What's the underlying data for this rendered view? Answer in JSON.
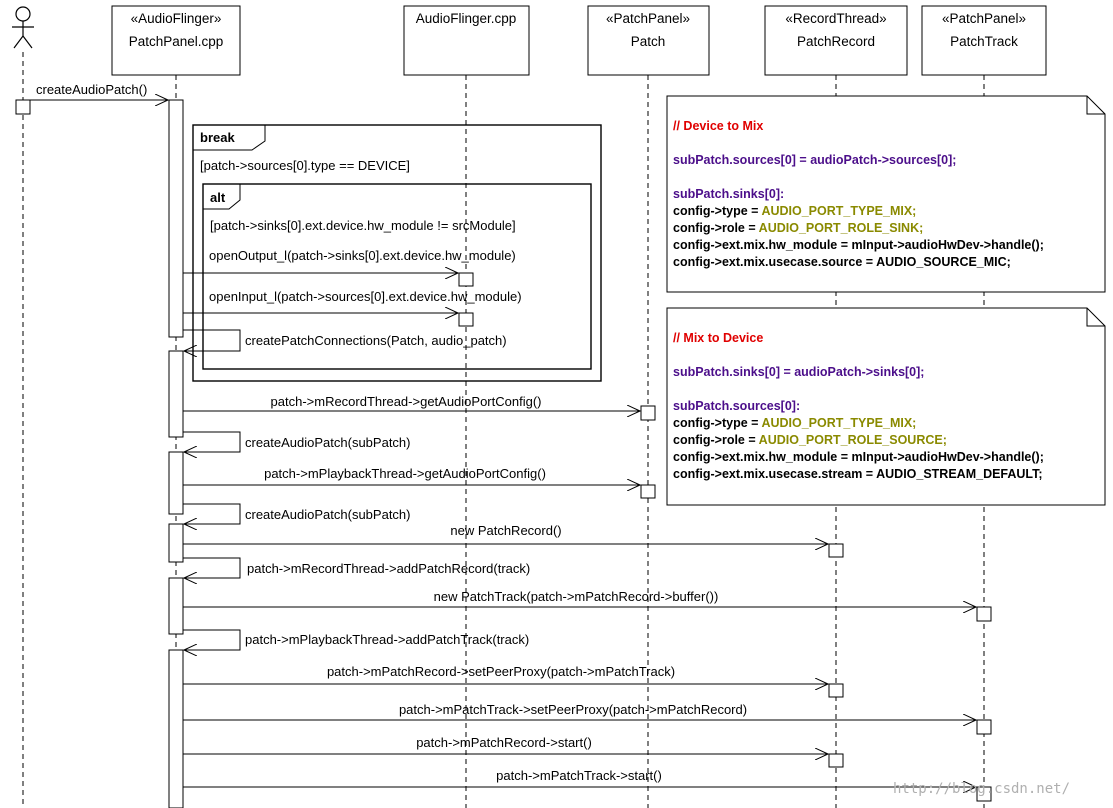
{
  "participants": [
    {
      "id": "user",
      "stereotype": "",
      "name": ""
    },
    {
      "id": "patchpanel_cpp",
      "stereotype": "«AudioFlinger»",
      "name": "PatchPanel.cpp"
    },
    {
      "id": "audioflinger_cpp",
      "stereotype": "",
      "name": "AudioFlinger.cpp"
    },
    {
      "id": "patch",
      "stereotype": "«PatchPanel»",
      "name": "Patch"
    },
    {
      "id": "patchrecord",
      "stereotype": "«RecordThread»",
      "name": "PatchRecord"
    },
    {
      "id": "patchtrack",
      "stereotype": "«PatchPanel»",
      "name": "PatchTrack"
    }
  ],
  "messages": [
    {
      "id": "createAudioPatch",
      "label": "createAudioPatch()",
      "from": "user",
      "to": "patchpanel_cpp"
    },
    {
      "id": "openOutput",
      "label": "openOutput_l(patch->sinks[0].ext.device.hw_module)",
      "from": "patchpanel_cpp",
      "to": "audioflinger_cpp"
    },
    {
      "id": "openInput",
      "label": "openInput_l(patch->sources[0].ext.device.hw_module)",
      "from": "patchpanel_cpp",
      "to": "audioflinger_cpp"
    },
    {
      "id": "createPatchConnections",
      "label": "createPatchConnections(Patch, audio_patch)",
      "from": "patchpanel_cpp",
      "to": "patchpanel_cpp"
    },
    {
      "id": "getRecordConfig",
      "label": "patch->mRecordThread->getAudioPortConfig()",
      "from": "patchpanel_cpp",
      "to": "patch"
    },
    {
      "id": "createSub1",
      "label": "createAudioPatch(subPatch)",
      "from": "patchpanel_cpp",
      "to": "patchpanel_cpp"
    },
    {
      "id": "getPlaybackConfig",
      "label": "patch->mPlaybackThread->getAudioPortConfig()",
      "from": "patchpanel_cpp",
      "to": "patch"
    },
    {
      "id": "createSub2",
      "label": "createAudioPatch(subPatch)",
      "from": "patchpanel_cpp",
      "to": "patchpanel_cpp"
    },
    {
      "id": "newPatchRecord",
      "label": "new PatchRecord()",
      "from": "patchpanel_cpp",
      "to": "patchrecord"
    },
    {
      "id": "addPatchRecord",
      "label": "patch->mRecordThread->addPatchRecord(track)",
      "from": "patchpanel_cpp",
      "to": "patchpanel_cpp"
    },
    {
      "id": "newPatchTrack",
      "label": "new PatchTrack(patch->mPatchRecord->buffer())",
      "from": "patchpanel_cpp",
      "to": "patchtrack"
    },
    {
      "id": "addPatchTrack",
      "label": "patch->mPlaybackThread->addPatchTrack(track)",
      "from": "patchpanel_cpp",
      "to": "patchpanel_cpp"
    },
    {
      "id": "recordSetPeer",
      "label": "patch->mPatchRecord->setPeerProxy(patch->mPatchTrack)",
      "from": "patchpanel_cpp",
      "to": "patchrecord"
    },
    {
      "id": "trackSetPeer",
      "label": "patch->mPatchTrack->setPeerProxy(patch->mPatchRecord)",
      "from": "patchpanel_cpp",
      "to": "patchtrack"
    },
    {
      "id": "recordStart",
      "label": "patch->mPatchRecord->start()",
      "from": "patchpanel_cpp",
      "to": "patchrecord"
    },
    {
      "id": "trackStart",
      "label": "patch->mPatchTrack->start()",
      "from": "patchpanel_cpp",
      "to": "patchtrack"
    }
  ],
  "fragments": {
    "break": {
      "operator": "break",
      "guard": "[patch->sources[0].type == DEVICE]"
    },
    "alt": {
      "operator": "alt",
      "guard": "[patch->sinks[0].ext.device.hw_module != srcModule]"
    }
  },
  "notes": [
    {
      "id": "device_to_mix",
      "heading": "// Device to Mix",
      "lines": [
        [
          {
            "t": "subPatch.sources[0] = audioPatch->sources[0];",
            "c": "pur"
          }
        ],
        [
          {
            "t": "subPatch.sinks[0]:",
            "c": "pur"
          }
        ],
        [
          {
            "t": "config->type = ",
            "c": "blk"
          },
          {
            "t": "AUDIO_PORT_TYPE_MIX;",
            "c": "olv"
          }
        ],
        [
          {
            "t": "config->role = ",
            "c": "blk"
          },
          {
            "t": "AUDIO_PORT_ROLE_SINK;",
            "c": "olv"
          }
        ],
        [
          {
            "t": "config->ext.mix.hw_module = mInput->audioHwDev->handle();",
            "c": "blk"
          }
        ],
        [
          {
            "t": "config->ext.mix.usecase.source = AUDIO_SOURCE_MIC;",
            "c": "blk"
          }
        ]
      ]
    },
    {
      "id": "mix_to_device",
      "heading": "// Mix to Device",
      "lines": [
        [
          {
            "t": "subPatch.sinks[0] = audioPatch->sinks[0];",
            "c": "pur"
          }
        ],
        [
          {
            "t": "subPatch.sources[0]:",
            "c": "pur"
          }
        ],
        [
          {
            "t": "config->type = ",
            "c": "blk"
          },
          {
            "t": "AUDIO_PORT_TYPE_MIX;",
            "c": "olv"
          }
        ],
        [
          {
            "t": "config->role = ",
            "c": "blk"
          },
          {
            "t": "AUDIO_PORT_ROLE_SOURCE;",
            "c": "olv"
          }
        ],
        [
          {
            "t": "config->ext.mix.hw_module = mInput->audioHwDev->handle();",
            "c": "blk"
          }
        ],
        [
          {
            "t": "config->ext.mix.usecase.stream = AUDIO_STREAM_DEFAULT;",
            "c": "blk"
          }
        ]
      ]
    }
  ],
  "watermark": "http://blog.csdn.net/",
  "colors": {
    "red": "#e00000",
    "purple": "#4b0e8a",
    "olive": "#8a8a00",
    "line": "#000000"
  }
}
